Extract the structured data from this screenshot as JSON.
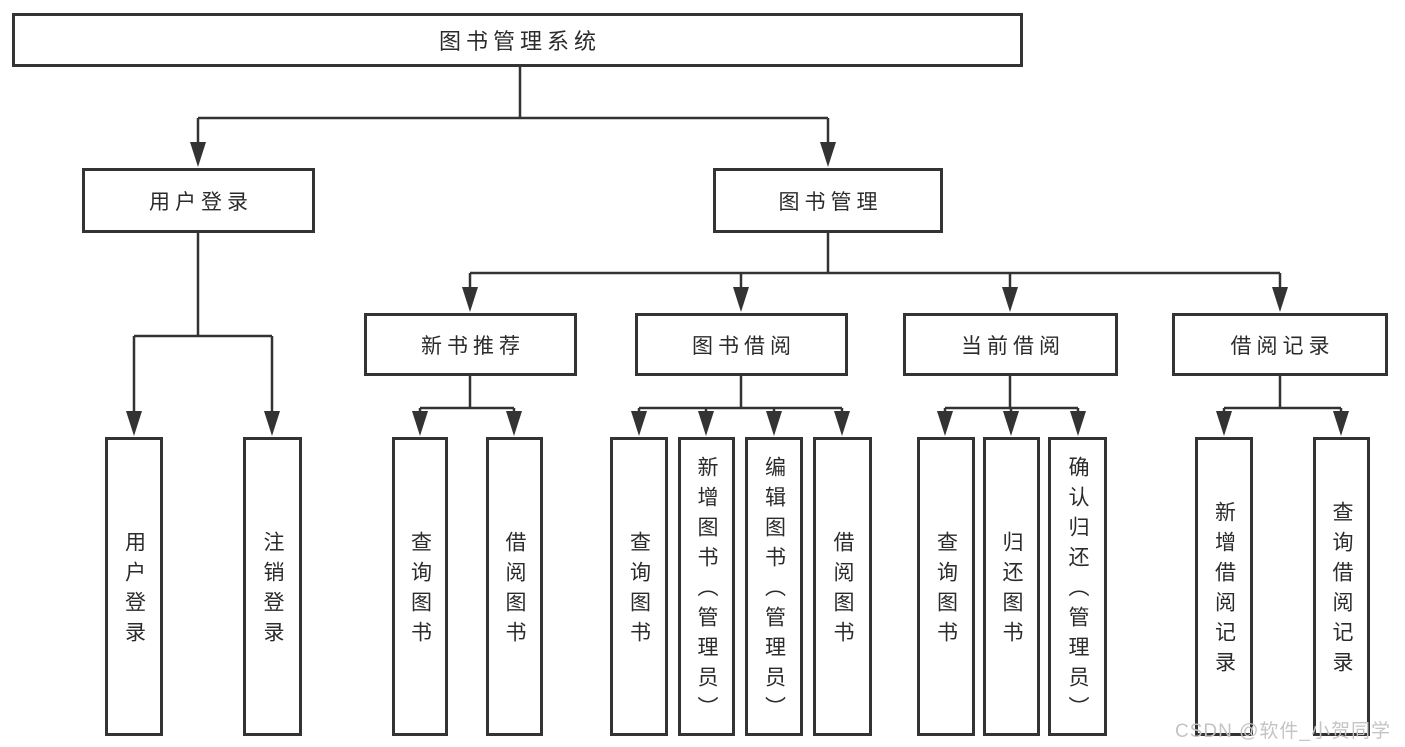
{
  "diagram": {
    "title": "图书管理系统",
    "branches": [
      {
        "label": "用户登录",
        "children": [
          {
            "label": "用户登录"
          },
          {
            "label": "注销登录"
          }
        ]
      },
      {
        "label": "图书管理",
        "children": [
          {
            "label": "新书推荐",
            "children": [
              {
                "label": "查询图书"
              },
              {
                "label": "借阅图书"
              }
            ]
          },
          {
            "label": "图书借阅",
            "children": [
              {
                "label": "查询图书"
              },
              {
                "label": "新增图书（管理员）"
              },
              {
                "label": "编辑图书（管理员）"
              },
              {
                "label": "借阅图书"
              }
            ]
          },
          {
            "label": "当前借阅",
            "children": [
              {
                "label": "查询图书"
              },
              {
                "label": "归还图书"
              },
              {
                "label": "确认归还（管理员）"
              }
            ]
          },
          {
            "label": "借阅记录",
            "children": [
              {
                "label": "新增借阅记录"
              },
              {
                "label": "查询借阅记录"
              }
            ]
          }
        ]
      }
    ]
  },
  "watermark": "CSDN @软件_小贺同学",
  "colors": {
    "line": "#333333",
    "box_border": "#333333",
    "box_fill": "#ffffff",
    "text": "#2b2b2b",
    "watermark": "#c4c4c4"
  }
}
